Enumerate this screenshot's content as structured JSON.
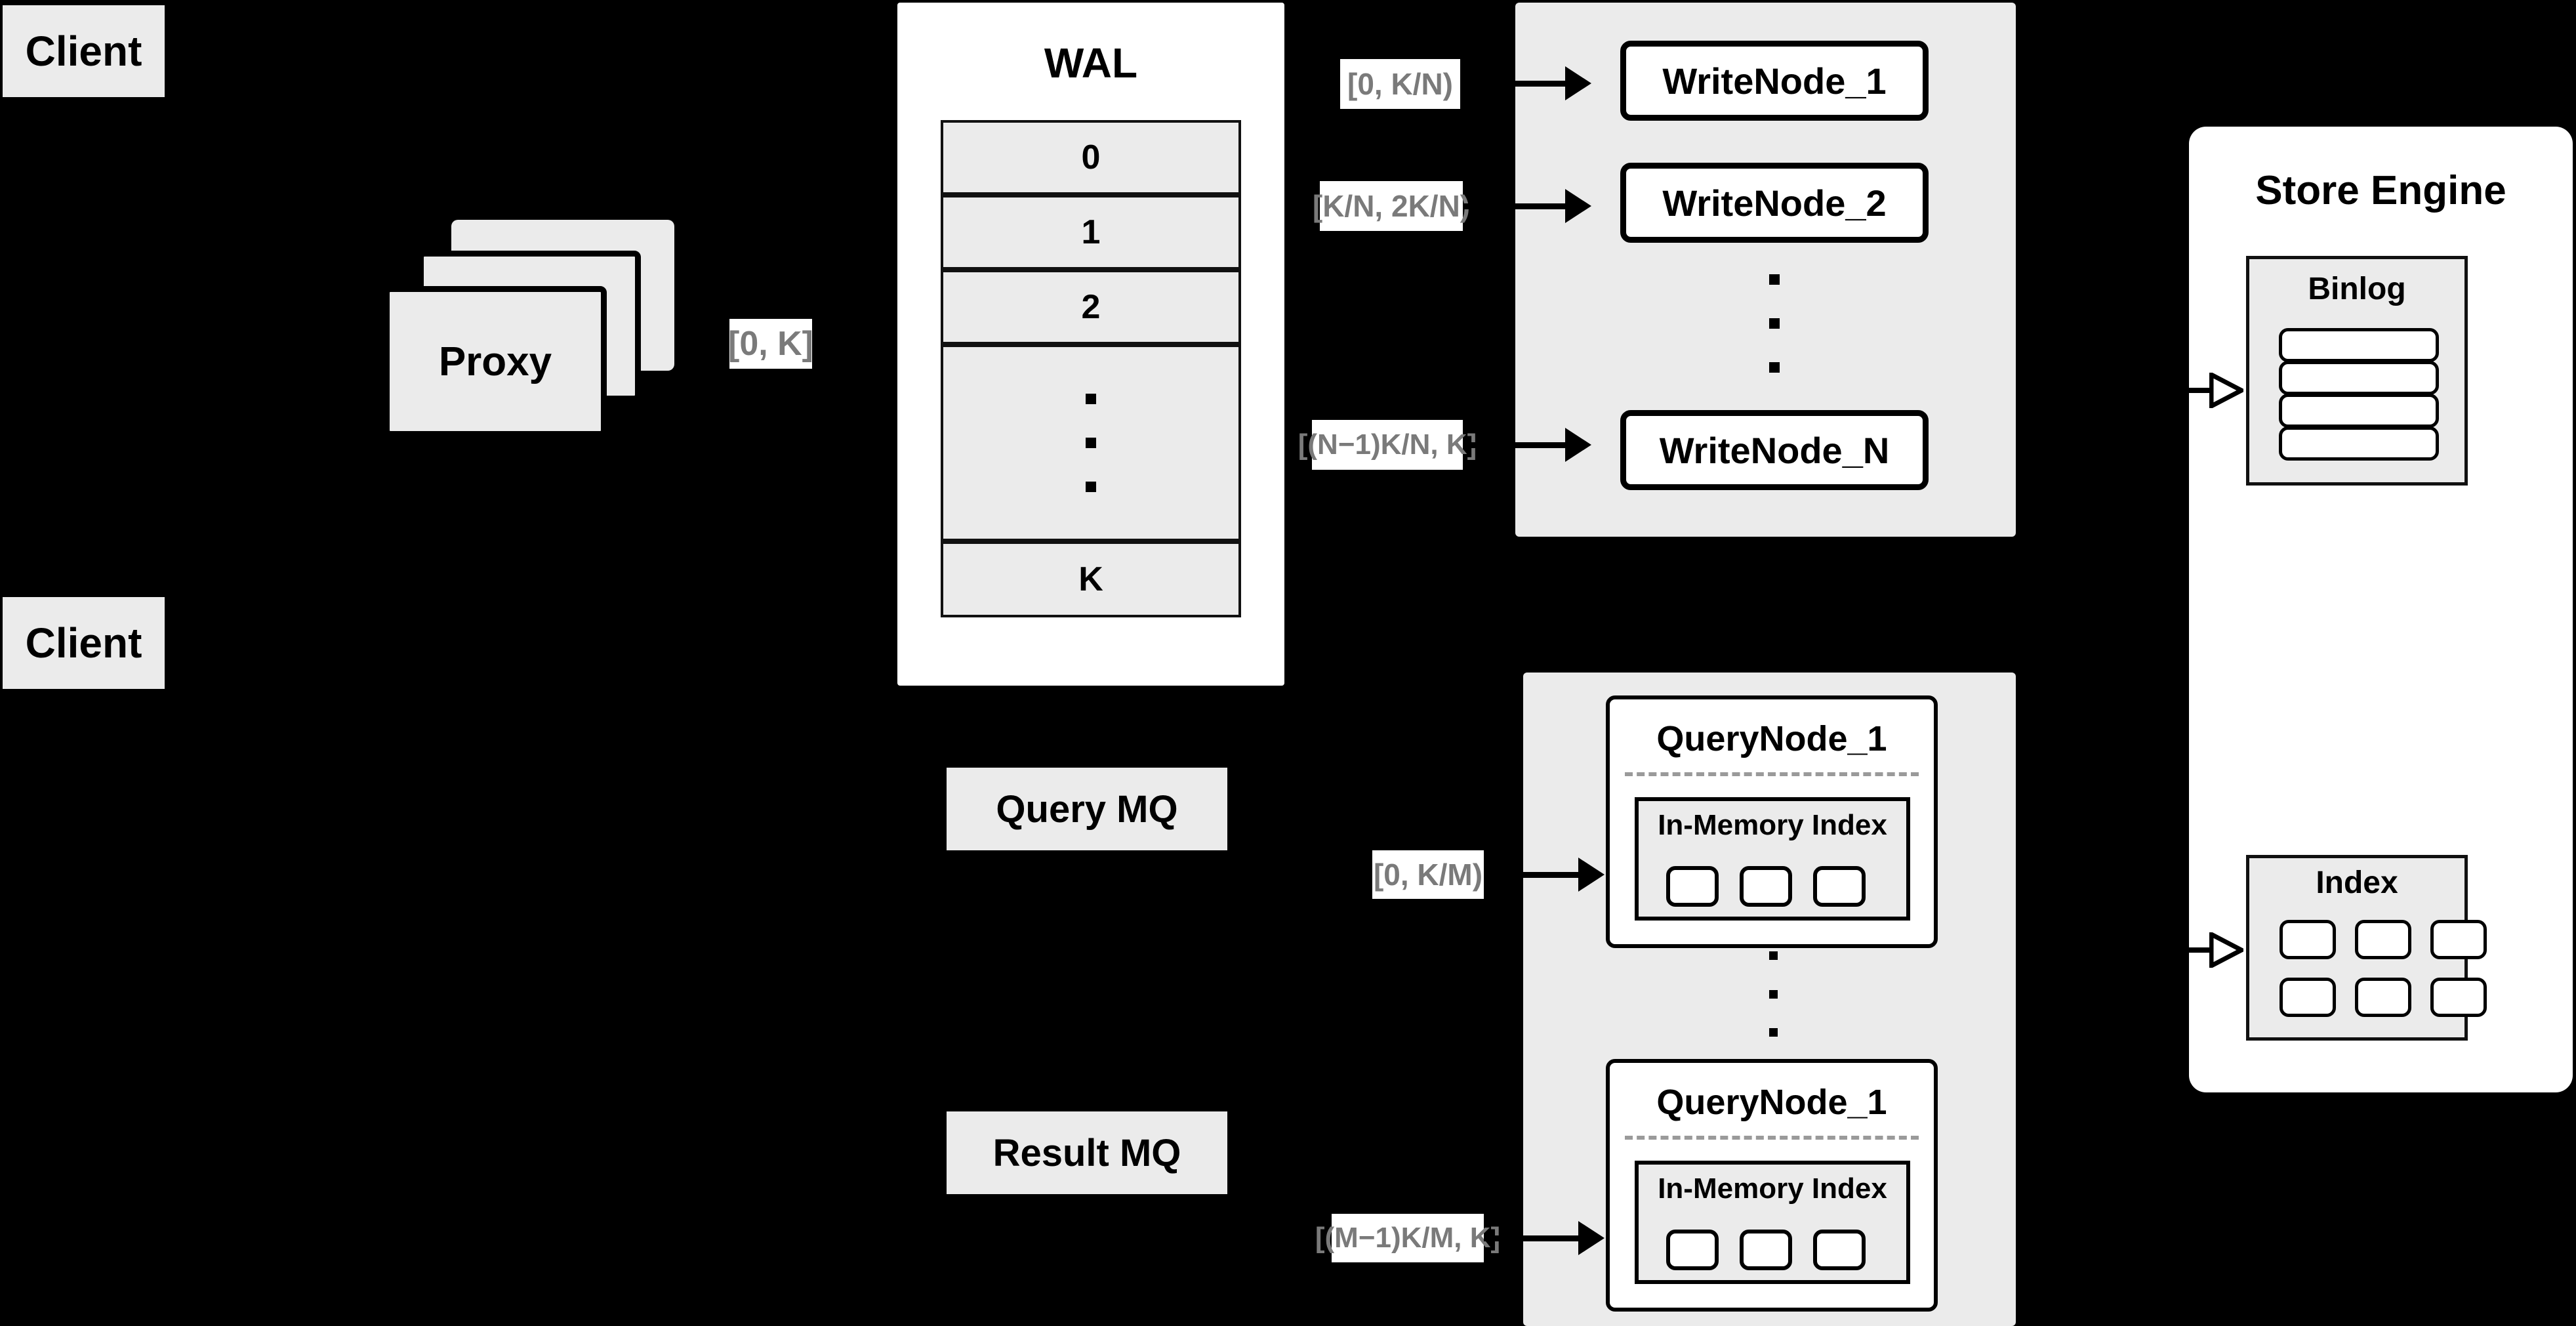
{
  "diagram": {
    "title": "Distributed write/query architecture",
    "background_color": "#000000",
    "node_fill": "#ebebeb",
    "panel_fill": "#ffffff",
    "label_text_color": "#7a7a7a",
    "stroke_color": "#000000"
  },
  "clients": [
    {
      "label": "Client"
    },
    {
      "label": "Client"
    }
  ],
  "proxy": {
    "label": "Proxy",
    "stack_count": 3
  },
  "wal": {
    "title": "WAL",
    "entries": [
      "0",
      "1",
      "2",
      "⋮",
      "K"
    ],
    "ellipsis_index": 3
  },
  "write_cluster": {
    "nodes": [
      {
        "label": "WriteNode_1",
        "range": "[0,  K/N)"
      },
      {
        "label": "WriteNode_2",
        "range": "[K/N, 2K/N)"
      },
      {
        "label": "WriteNode_N",
        "range": "[(N−1)K/N,  K]"
      }
    ],
    "ellipsis": "⋮"
  },
  "query_cluster": {
    "nodes": [
      {
        "label": "QueryNode_1",
        "range": "[0, K/M)",
        "index": {
          "label": "In-Memory Index",
          "segment_count": 3
        }
      },
      {
        "label": "QueryNode_1",
        "range": "[(M−1)K/M, K]",
        "index": {
          "label": "In-Memory Index",
          "segment_count": 3
        }
      }
    ],
    "ellipsis": "⋮"
  },
  "queues": [
    {
      "label": "Query MQ"
    },
    {
      "label": "Result MQ"
    }
  ],
  "proxy_range_label": "[0, K]",
  "store_engine": {
    "title": "Store Engine",
    "binlog": {
      "title": "Binlog",
      "row_count": 4
    },
    "index": {
      "title": "Index",
      "cell_count": 6
    }
  }
}
